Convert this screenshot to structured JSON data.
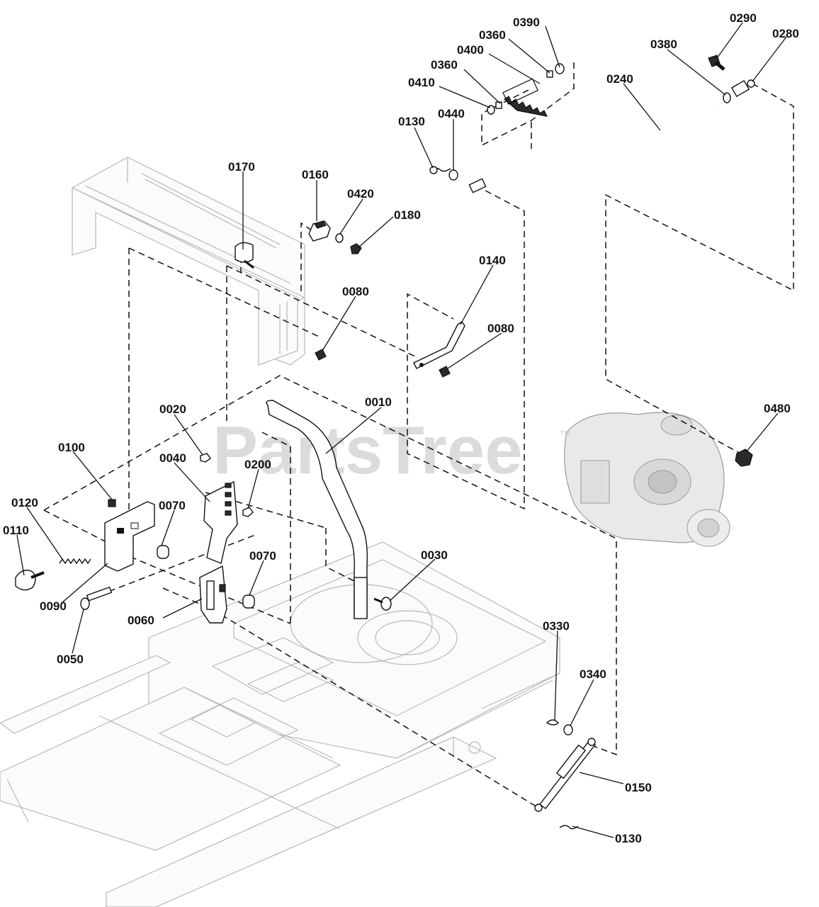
{
  "watermark": "PartsTree",
  "watermark_tm": "TM",
  "labels": {
    "p0390": "0390",
    "p0360a": "0360",
    "p0400": "0400",
    "p0360b": "0360",
    "p0410": "0410",
    "p0290": "0290",
    "p0280": "0280",
    "p0380": "0380",
    "p0240": "0240",
    "p0130a": "0130",
    "p0440": "0440",
    "p0170": "0170",
    "p0160": "0160",
    "p0420": "0420",
    "p0180": "0180",
    "p0140": "0140",
    "p0080a": "0080",
    "p0080b": "0080",
    "p0020": "0020",
    "p0010": "0010",
    "p0480": "0480",
    "p0100": "0100",
    "p0040": "0040",
    "p0200": "0200",
    "p0120": "0120",
    "p0070a": "0070",
    "p0110": "0110",
    "p0070b": "0070",
    "p0030": "0030",
    "p0090": "0090",
    "p0060": "0060",
    "p0050": "0050",
    "p0330": "0330",
    "p0340": "0340",
    "p0150": "0150",
    "p0130b": "0130"
  }
}
